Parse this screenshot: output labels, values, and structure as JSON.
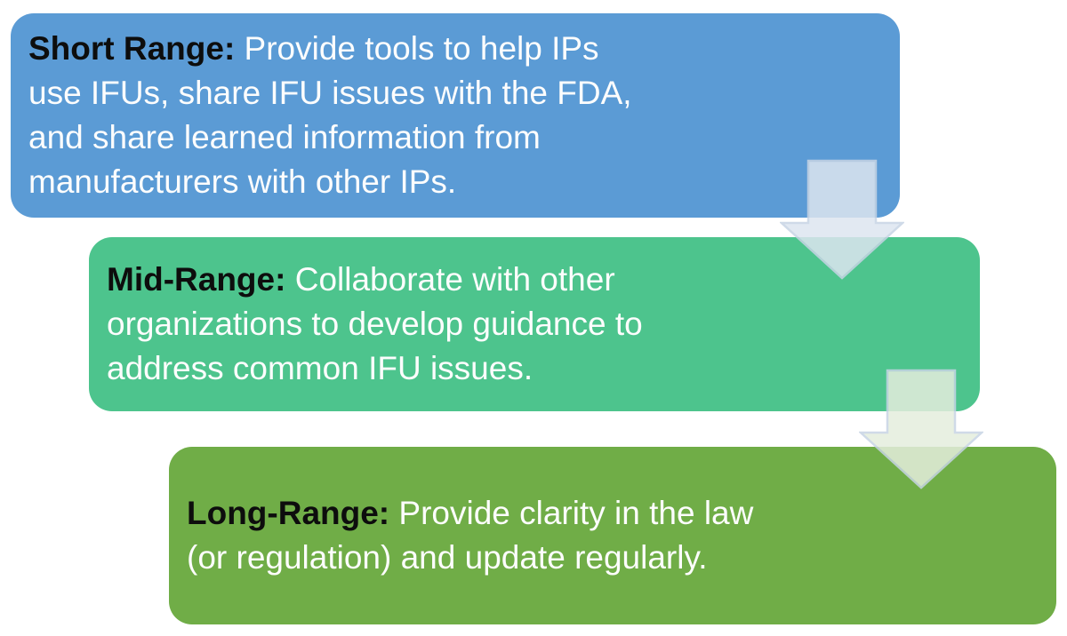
{
  "diagram": {
    "background": "#ffffff",
    "text": {
      "lead_color": "#0d0d0d",
      "body_color": "#fdfdfd"
    },
    "boxes": [
      {
        "name": "short-range",
        "color": "#5b9bd5",
        "lead": "Short Range:",
        "line1_rest": " Provide tools to help IPs",
        "lines": [
          "use IFUs, share IFU issues with the FDA,",
          "and share learned information from",
          "manufacturers with other IPs."
        ]
      },
      {
        "name": "mid-range",
        "color": "#4dc48d",
        "lead": "Mid-Range:",
        "line1_rest": " Collaborate with other",
        "lines": [
          "organizations to develop guidance to",
          "address common IFU issues."
        ]
      },
      {
        "name": "long-range",
        "color": "#70ad47",
        "lead": "Long-Range:",
        "line1_rest": " Provide clarity in the law",
        "lines": [
          "(or regulation) and update regularly."
        ]
      }
    ],
    "arrows": [
      {
        "name": "arrow-short-to-mid",
        "direction": "down",
        "fill": "#dde6f0",
        "opacity": "0.85"
      },
      {
        "name": "arrow-mid-to-long",
        "direction": "down",
        "fill": "#e5eedd",
        "opacity": "0.85"
      }
    ]
  }
}
